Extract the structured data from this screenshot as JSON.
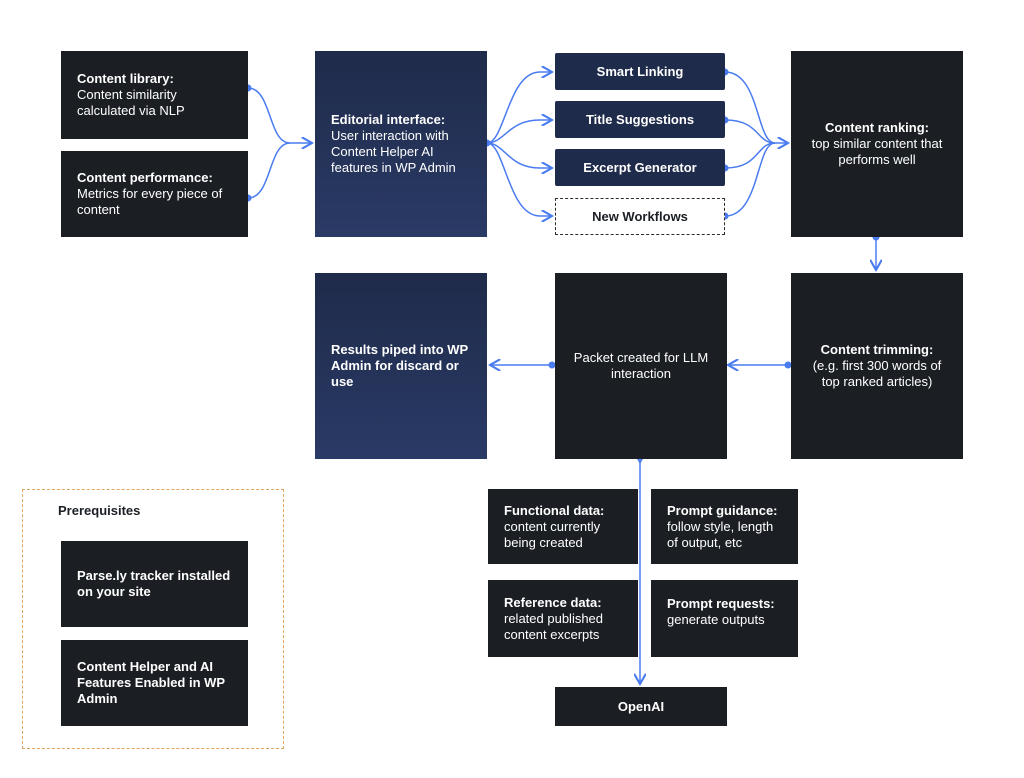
{
  "sources": {
    "library": {
      "title": "Content library:",
      "desc": "Content similarity calculated via NLP"
    },
    "performance": {
      "title": "Content performance:",
      "desc": "Metrics for every piece of content"
    }
  },
  "editorial": {
    "title": "Editorial interface:",
    "desc": "User interaction with Content Helper AI features in WP Admin"
  },
  "features": {
    "smart_linking": "Smart Linking",
    "title_suggestions": "Title Suggestions",
    "excerpt_generator": "Excerpt Generator",
    "new_workflows": "New Workflows"
  },
  "ranking": {
    "title": "Content ranking:",
    "desc": "top similar content that performs well"
  },
  "trimming": {
    "title": "Content trimming:",
    "desc": "(e.g. first 300 words of top ranked articles)"
  },
  "packet": {
    "desc": "Packet created for LLM interaction"
  },
  "results": {
    "title": "Results piped into WP Admin for discard or use"
  },
  "inputs": {
    "functional": {
      "title": "Functional data:",
      "desc": "content currently being created"
    },
    "guidance": {
      "title": "Prompt guidance:",
      "desc": "follow style, length of output, etc"
    },
    "reference": {
      "title": "Reference data:",
      "desc": "related published content excerpts"
    },
    "requests": {
      "title": "Prompt requests:",
      "desc": "generate outputs"
    }
  },
  "openai": {
    "label": "OpenAI"
  },
  "prerequisites": {
    "title": "Prerequisites",
    "items": [
      "Parse.ly tracker installed on your site",
      "Content Helper and AI Features Enabled in WP Admin"
    ]
  },
  "colors": {
    "dark_box": "#1b1f24",
    "navy_box": "#1f2b4a",
    "connector": "#4a7cf0",
    "prereq_border": "#e0a560"
  }
}
